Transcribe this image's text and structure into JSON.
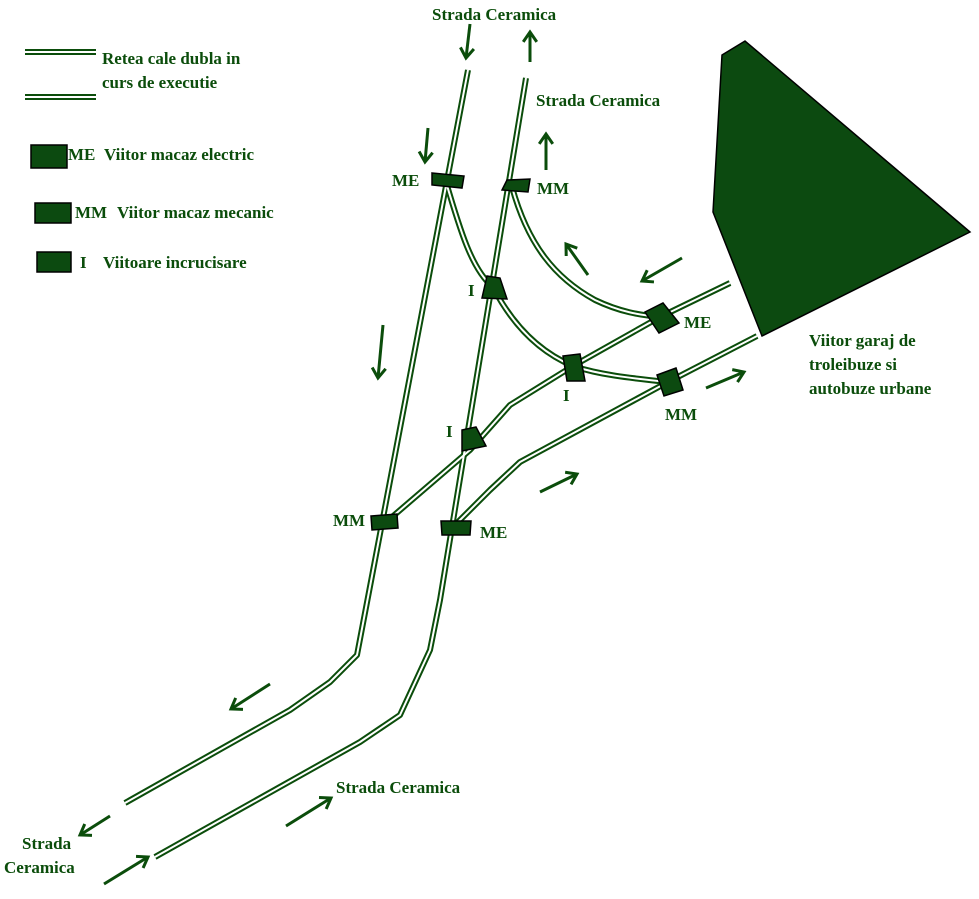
{
  "colors": {
    "track": "#0b4d0b",
    "track_gap": "#ffffff",
    "node_fill": "#0c4a10",
    "node_stroke": "#000000",
    "garage_fill": "#0c4a10",
    "text": "#0b4d0b"
  },
  "legend": {
    "track_line1": "Retea cale dubla in",
    "track_line2": "curs de executie",
    "me_code": "ME",
    "me_label": "Viitor macaz electric",
    "mm_code": "MM",
    "mm_label": "Viitor macaz mecanic",
    "i_code": "I",
    "i_label": "Viitoare incrucisare"
  },
  "streets": {
    "top_left": "Strada Ceramica",
    "top_right": "Strada Ceramica",
    "bottom_left_line1": "Strada",
    "bottom_left_line2": "Ceramica",
    "bottom_mid": "Strada Ceramica"
  },
  "garage": {
    "line1": "Viitor garaj de",
    "line2": "troleibuze si",
    "line3": "autobuze urbane"
  },
  "nodes": {
    "me_top": "ME",
    "mm_top": "MM",
    "i_upper": "I",
    "me_right": "ME",
    "i_middle": "I",
    "mm_right": "MM",
    "i_lower": "I",
    "mm_bottom": "MM",
    "me_bottom": "ME"
  }
}
